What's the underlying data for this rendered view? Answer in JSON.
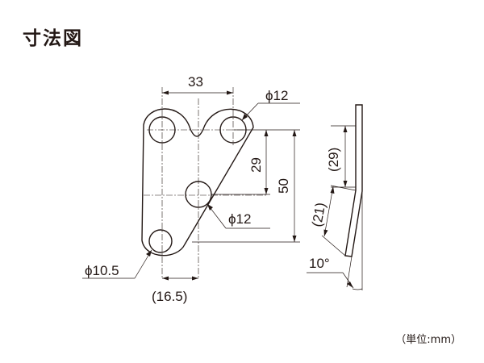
{
  "title": "寸法図",
  "unit_note": "（単位:mm）",
  "front_view": {
    "dim_hole_spacing": "33",
    "dim_upper_hole_dia": "ϕ12",
    "dim_vertical_29": "29",
    "dim_vertical_50": "50",
    "dim_middle_hole_dia": "ϕ12",
    "dim_lower_hole_dia": "ϕ10.5",
    "dim_offset": "(16.5)"
  },
  "side_view": {
    "dim_vertical_29": "(29)",
    "dim_bent_21": "(21)",
    "dim_angle": "10°"
  }
}
